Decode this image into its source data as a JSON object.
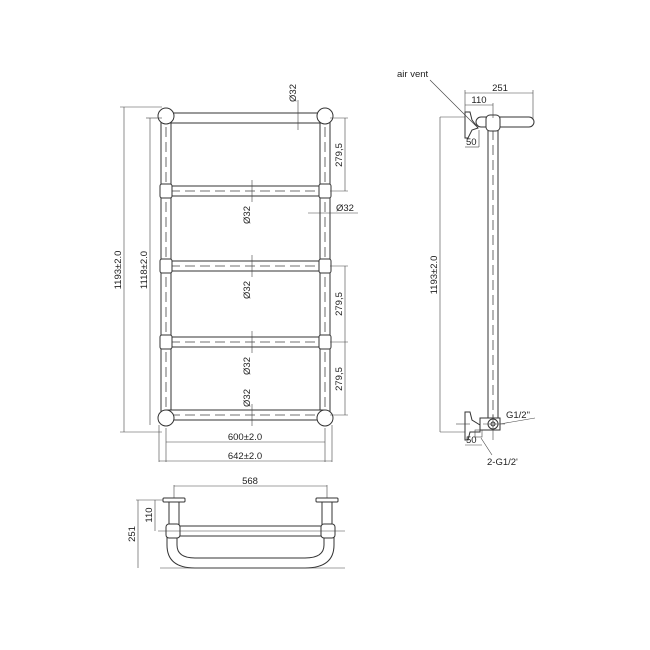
{
  "front_view": {
    "overall_height": "1193±2.0",
    "inner_height": "1118±2.0",
    "inner_width": "600±2.0",
    "overall_width": "642±2.0",
    "rail_spacing": [
      "279,5",
      "279,5",
      "279,5"
    ],
    "diameter_top": "Ø32",
    "diameter_side": "Ø32",
    "diameter_rails": [
      "Ø32",
      "Ø32",
      "Ø32",
      "Ø32"
    ]
  },
  "side_view": {
    "air_vent_label": "air vent",
    "depth": "251",
    "wall_offset": "110",
    "bracket_top": "50",
    "height": "1193±2.0",
    "connection_top": "G1/2\"",
    "bracket_bottom": "50",
    "connection_bottom": "2-G1/2'"
  },
  "top_view": {
    "width": "568",
    "depth": "251",
    "wall_offset": "110"
  }
}
